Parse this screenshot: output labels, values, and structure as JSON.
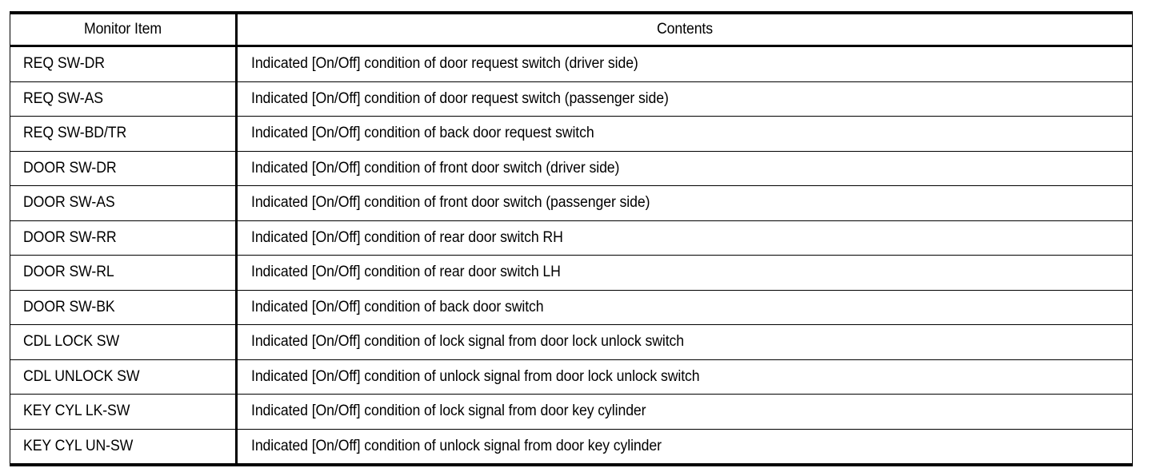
{
  "table": {
    "columns": [
      {
        "key": "monitor_item",
        "label": "Monitor Item",
        "align": "center"
      },
      {
        "key": "contents",
        "label": "Contents",
        "align": "center"
      }
    ],
    "rows": [
      {
        "monitor_item": "REQ SW-DR",
        "contents": "Indicated [On/Off] condition of door request switch (driver side)"
      },
      {
        "monitor_item": "REQ SW-AS",
        "contents": "Indicated [On/Off] condition of door request switch (passenger side)"
      },
      {
        "monitor_item": "REQ SW-BD/TR",
        "contents": "Indicated [On/Off] condition of back door request switch"
      },
      {
        "monitor_item": "DOOR SW-DR",
        "contents": "Indicated [On/Off] condition of front door switch (driver side)"
      },
      {
        "monitor_item": "DOOR SW-AS",
        "contents": "Indicated [On/Off] condition of front door switch (passenger side)"
      },
      {
        "monitor_item": "DOOR SW-RR",
        "contents": "Indicated [On/Off] condition of rear door switch RH"
      },
      {
        "monitor_item": "DOOR SW-RL",
        "contents": "Indicated [On/Off] condition of rear door switch LH"
      },
      {
        "monitor_item": "DOOR SW-BK",
        "contents": "Indicated [On/Off] condition of back door switch"
      },
      {
        "monitor_item": "CDL LOCK SW",
        "contents": "Indicated [On/Off] condition of lock signal from door lock unlock switch"
      },
      {
        "monitor_item": "CDL UNLOCK SW",
        "contents": "Indicated [On/Off] condition of unlock signal from door lock unlock switch"
      },
      {
        "monitor_item": "KEY CYL LK-SW",
        "contents": "Indicated [On/Off] condition of lock signal from door key cylinder"
      },
      {
        "monitor_item": "KEY CYL UN-SW",
        "contents": "Indicated [On/Off] condition of unlock signal from door key cylinder"
      }
    ]
  },
  "colors": {
    "text": "#000000",
    "rule": "#000000",
    "background": "#ffffff"
  }
}
